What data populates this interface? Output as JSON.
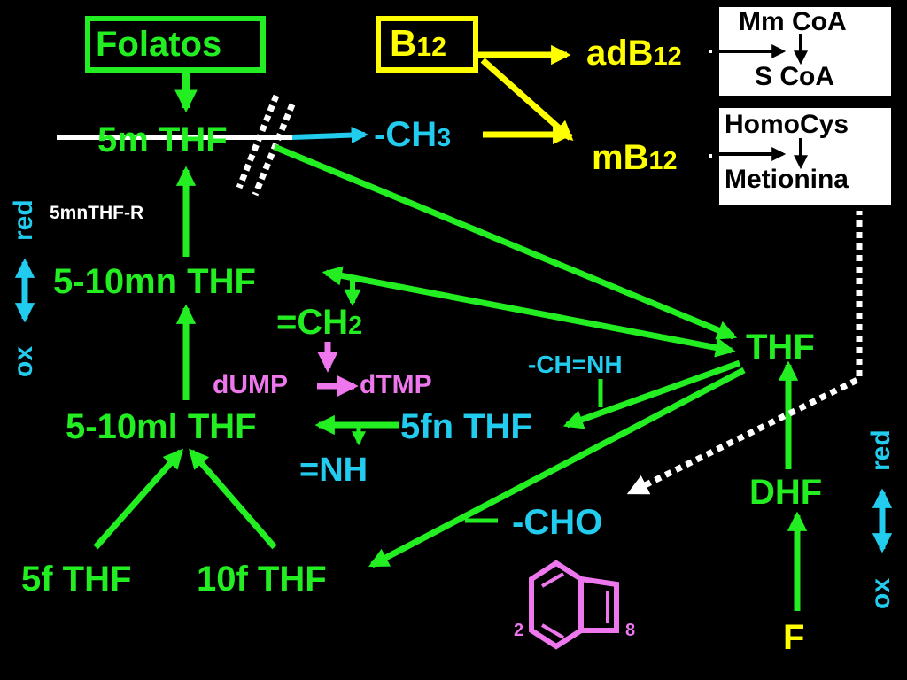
{
  "colors": {
    "background": "#000000",
    "green": "#22ee22",
    "yellow": "#ffff00",
    "cyan": "#22ccee",
    "pink": "#ee77ee",
    "white": "#ffffff"
  },
  "nodes": {
    "folatos": "Folatos",
    "b12": {
      "main": "B",
      "sub": "12"
    },
    "adb12": {
      "main": "adB",
      "sub": "12"
    },
    "mb12": {
      "main": "mB",
      "sub": "12"
    },
    "ch3": {
      "main": "-CH",
      "sub": "3"
    },
    "thf_5m": "5m THF",
    "enzyme_5mnthf_r": "5mnTHF-R",
    "thf_5_10mn": "5-10mn THF",
    "ch2": {
      "main": "=CH",
      "sub": "2"
    },
    "dump": "dUMP",
    "dtmp": "dTMP",
    "thf_5_10ml": "5-10ml THF",
    "nh": "=NH",
    "thf_5fn": "5fn THF",
    "ch_nh": "-CH=NH",
    "thf": "THF",
    "dhf": "DHF",
    "f": "F",
    "cho": "-CHO",
    "thf_5f": "5f THF",
    "thf_10f": "10f THF"
  },
  "redox_left": {
    "red": "red",
    "ox": "ox"
  },
  "redox_right": {
    "red": "red",
    "ox": "ox"
  },
  "reaction_boxes": {
    "mmcoa": "Mm CoA",
    "scoa": "S CoA",
    "homocys": "HomoCys",
    "metionina": "Metionina"
  },
  "pteridine": {
    "pos2": "2",
    "pos8": "8",
    "icon": "pteridine-ring-icon"
  }
}
